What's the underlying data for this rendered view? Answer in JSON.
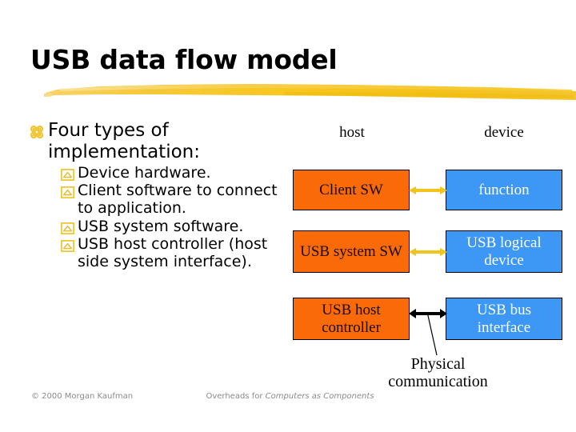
{
  "slide": {
    "title": "USB data flow model",
    "accent_yellow": "#F5C21B",
    "host_box_color": "#FA6A09",
    "device_box_color": "#3D97F5",
    "bullet_gold": "#EFC73B"
  },
  "bullets": {
    "level1": {
      "glyph": "clover-bullet-icon",
      "text": "Four types of implementation:"
    },
    "level2": [
      {
        "glyph": "chevron-box-bullet-icon",
        "text": "Device hardware."
      },
      {
        "glyph": "chevron-box-bullet-icon",
        "text": "Client software to connect to application."
      },
      {
        "glyph": "chevron-box-bullet-icon",
        "text": "USB system software."
      },
      {
        "glyph": "chevron-box-bullet-icon",
        "text": "USB host controller (host side system interface)."
      }
    ]
  },
  "diagram": {
    "column_headers": {
      "host": "host",
      "device": "device"
    },
    "rows": [
      {
        "host": "Client SW",
        "device": "function",
        "arrow": "yellow-double-arrow"
      },
      {
        "host": "USB system SW",
        "device": "USB logical device",
        "arrow": "yellow-double-arrow"
      },
      {
        "host": "USB host controller",
        "device": "USB bus interface",
        "arrow": "black-double-arrow"
      }
    ],
    "annotation": {
      "line1": "Physical",
      "line2": "communication"
    }
  },
  "footer": {
    "copyright": "© 2000 Morgan Kaufman",
    "credit_prefix": "Overheads for ",
    "credit_title": "Computers as Components"
  }
}
